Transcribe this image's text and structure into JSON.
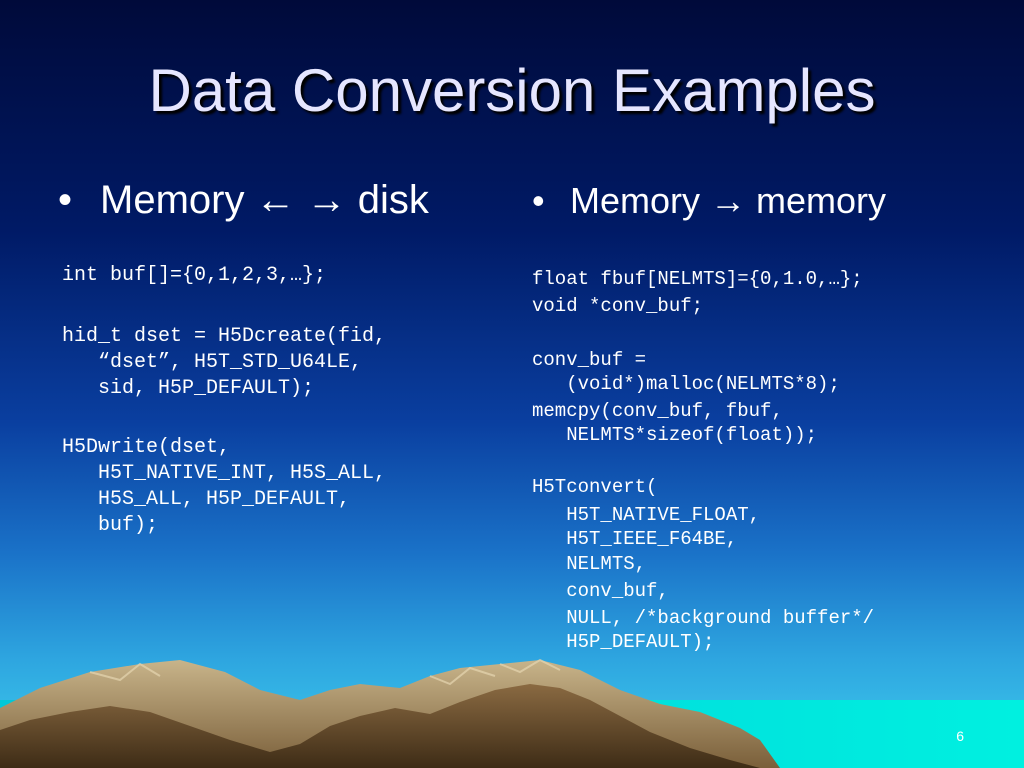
{
  "slide": {
    "title": "Data Conversion Examples",
    "page_number": "6"
  },
  "left": {
    "bullet_dot": "•",
    "bullet": "Memory ← → disk",
    "code": [
      "int buf[]={0,1,2,3,…};",
      "hid_t dset = H5Dcreate(fid,",
      "   “dset”, H5T_STD_U64LE,",
      "   sid, H5P_DEFAULT);",
      "H5Dwrite(dset,",
      "   H5T_NATIVE_INT, H5S_ALL,",
      "   H5S_ALL, H5P_DEFAULT,",
      "   buf);"
    ]
  },
  "right": {
    "bullet_dot": "•",
    "bullet": "Memory → memory",
    "code": [
      "float fbuf[NELMTS]={0,1.0,…};",
      "void *conv_buf;",
      "conv_buf =",
      "   (void*)malloc(NELMTS*8);",
      "memcpy(conv_buf, fbuf,",
      "   NELMTS*sizeof(float));",
      "H5Tconvert(",
      "   H5T_NATIVE_FLOAT,",
      "   H5T_IEEE_F64BE,",
      "   NELMTS,",
      "   conv_buf,",
      "   NULL, /*background buffer*/",
      "   H5P_DEFAULT);"
    ]
  }
}
